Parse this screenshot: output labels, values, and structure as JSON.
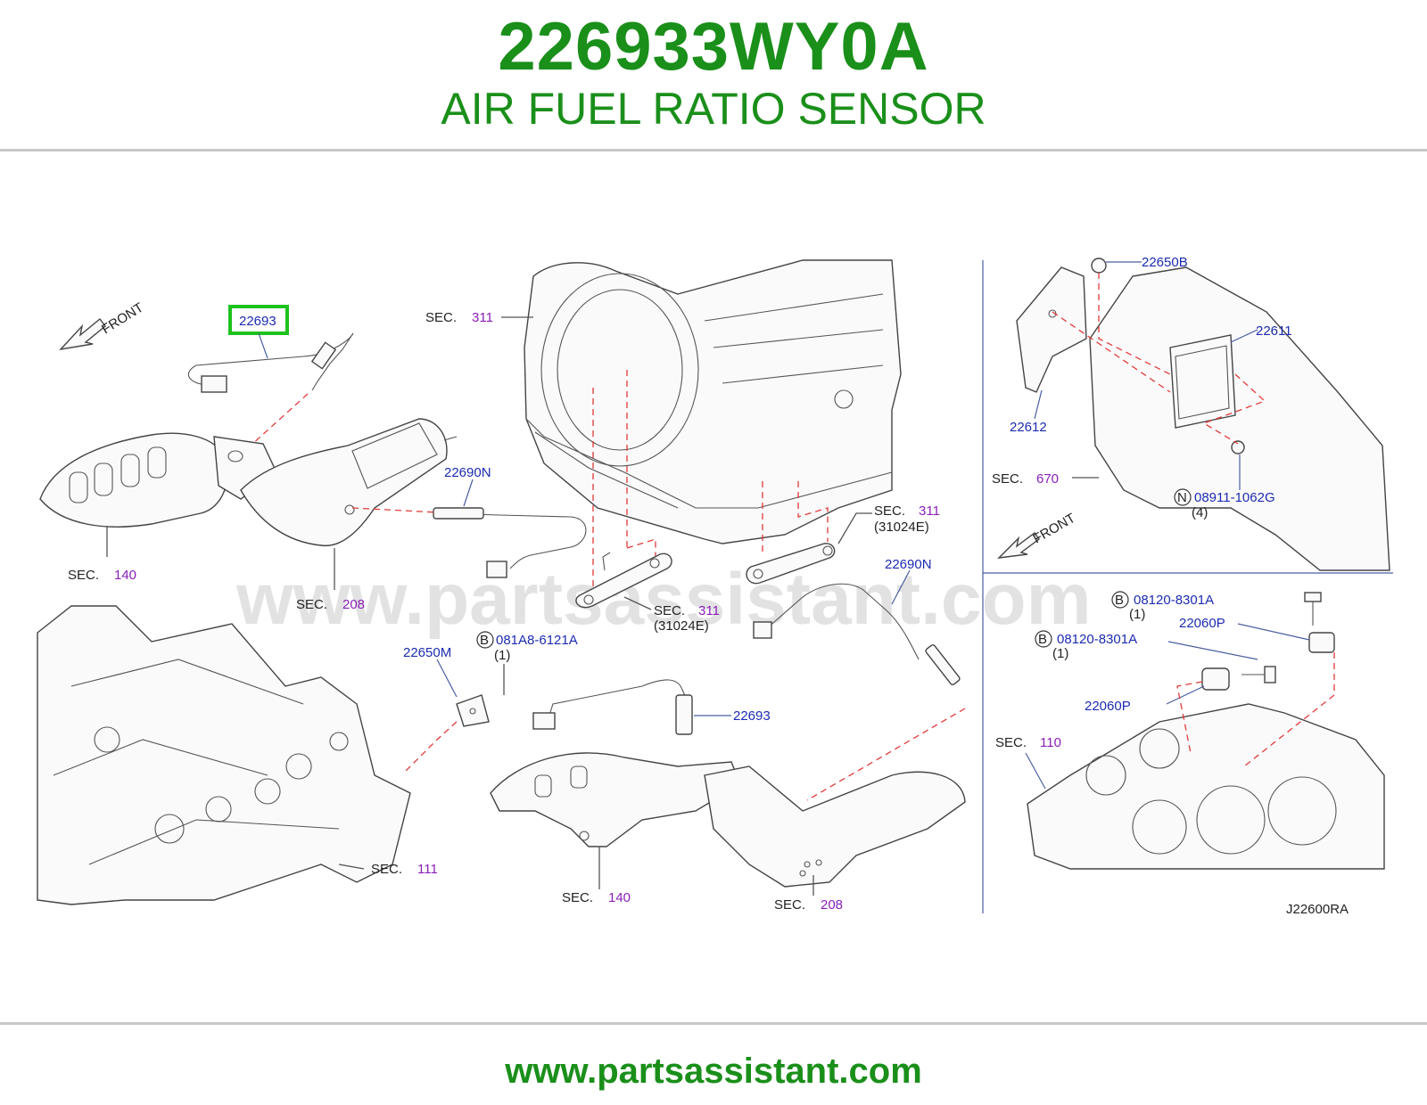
{
  "header": {
    "part_number": "226933WY0A",
    "part_name": "AIR FUEL RATIO SENSOR"
  },
  "footer": {
    "url": "www.partsassistant.com"
  },
  "diagram": {
    "watermark": "www.partsassistant.com",
    "drawing_code": "J22600RA",
    "front_label": "FRONT",
    "sec_prefix": "SEC.",
    "highlighted_part": "22693",
    "parts": {
      "p22693_bottom": "22693",
      "p22690n_top": "22690N",
      "p22690n_bottom": "22690N",
      "p22650m": "22650M",
      "p22650b": "22650B",
      "p22611": "22611",
      "p22612": "22612",
      "p22060p_top": "22060P",
      "p22060p_bottom": "22060P"
    },
    "fasteners": {
      "b_081a8": {
        "circle": "B",
        "code": "081A8-6121A",
        "qty": "(1)"
      },
      "n_08911": {
        "circle": "N",
        "code": "08911-1062G",
        "qty": "(4)"
      },
      "b_08120_a": {
        "circle": "B",
        "code": "08120-8301A",
        "qty": "(1)"
      },
      "b_08120_b": {
        "circle": "B",
        "code": "08120-8301A",
        "qty": "(1)"
      }
    },
    "sections": {
      "s311_top": "311",
      "s140_left": "140",
      "s208_left": "208",
      "s311_right": "311",
      "s31024e_right": "(31024E)",
      "s311_mid": "311",
      "s31024e_mid": "(31024E)",
      "s111": "111",
      "s140_bottom": "140",
      "s208_bottom": "208",
      "s670": "670",
      "s110": "110"
    }
  }
}
